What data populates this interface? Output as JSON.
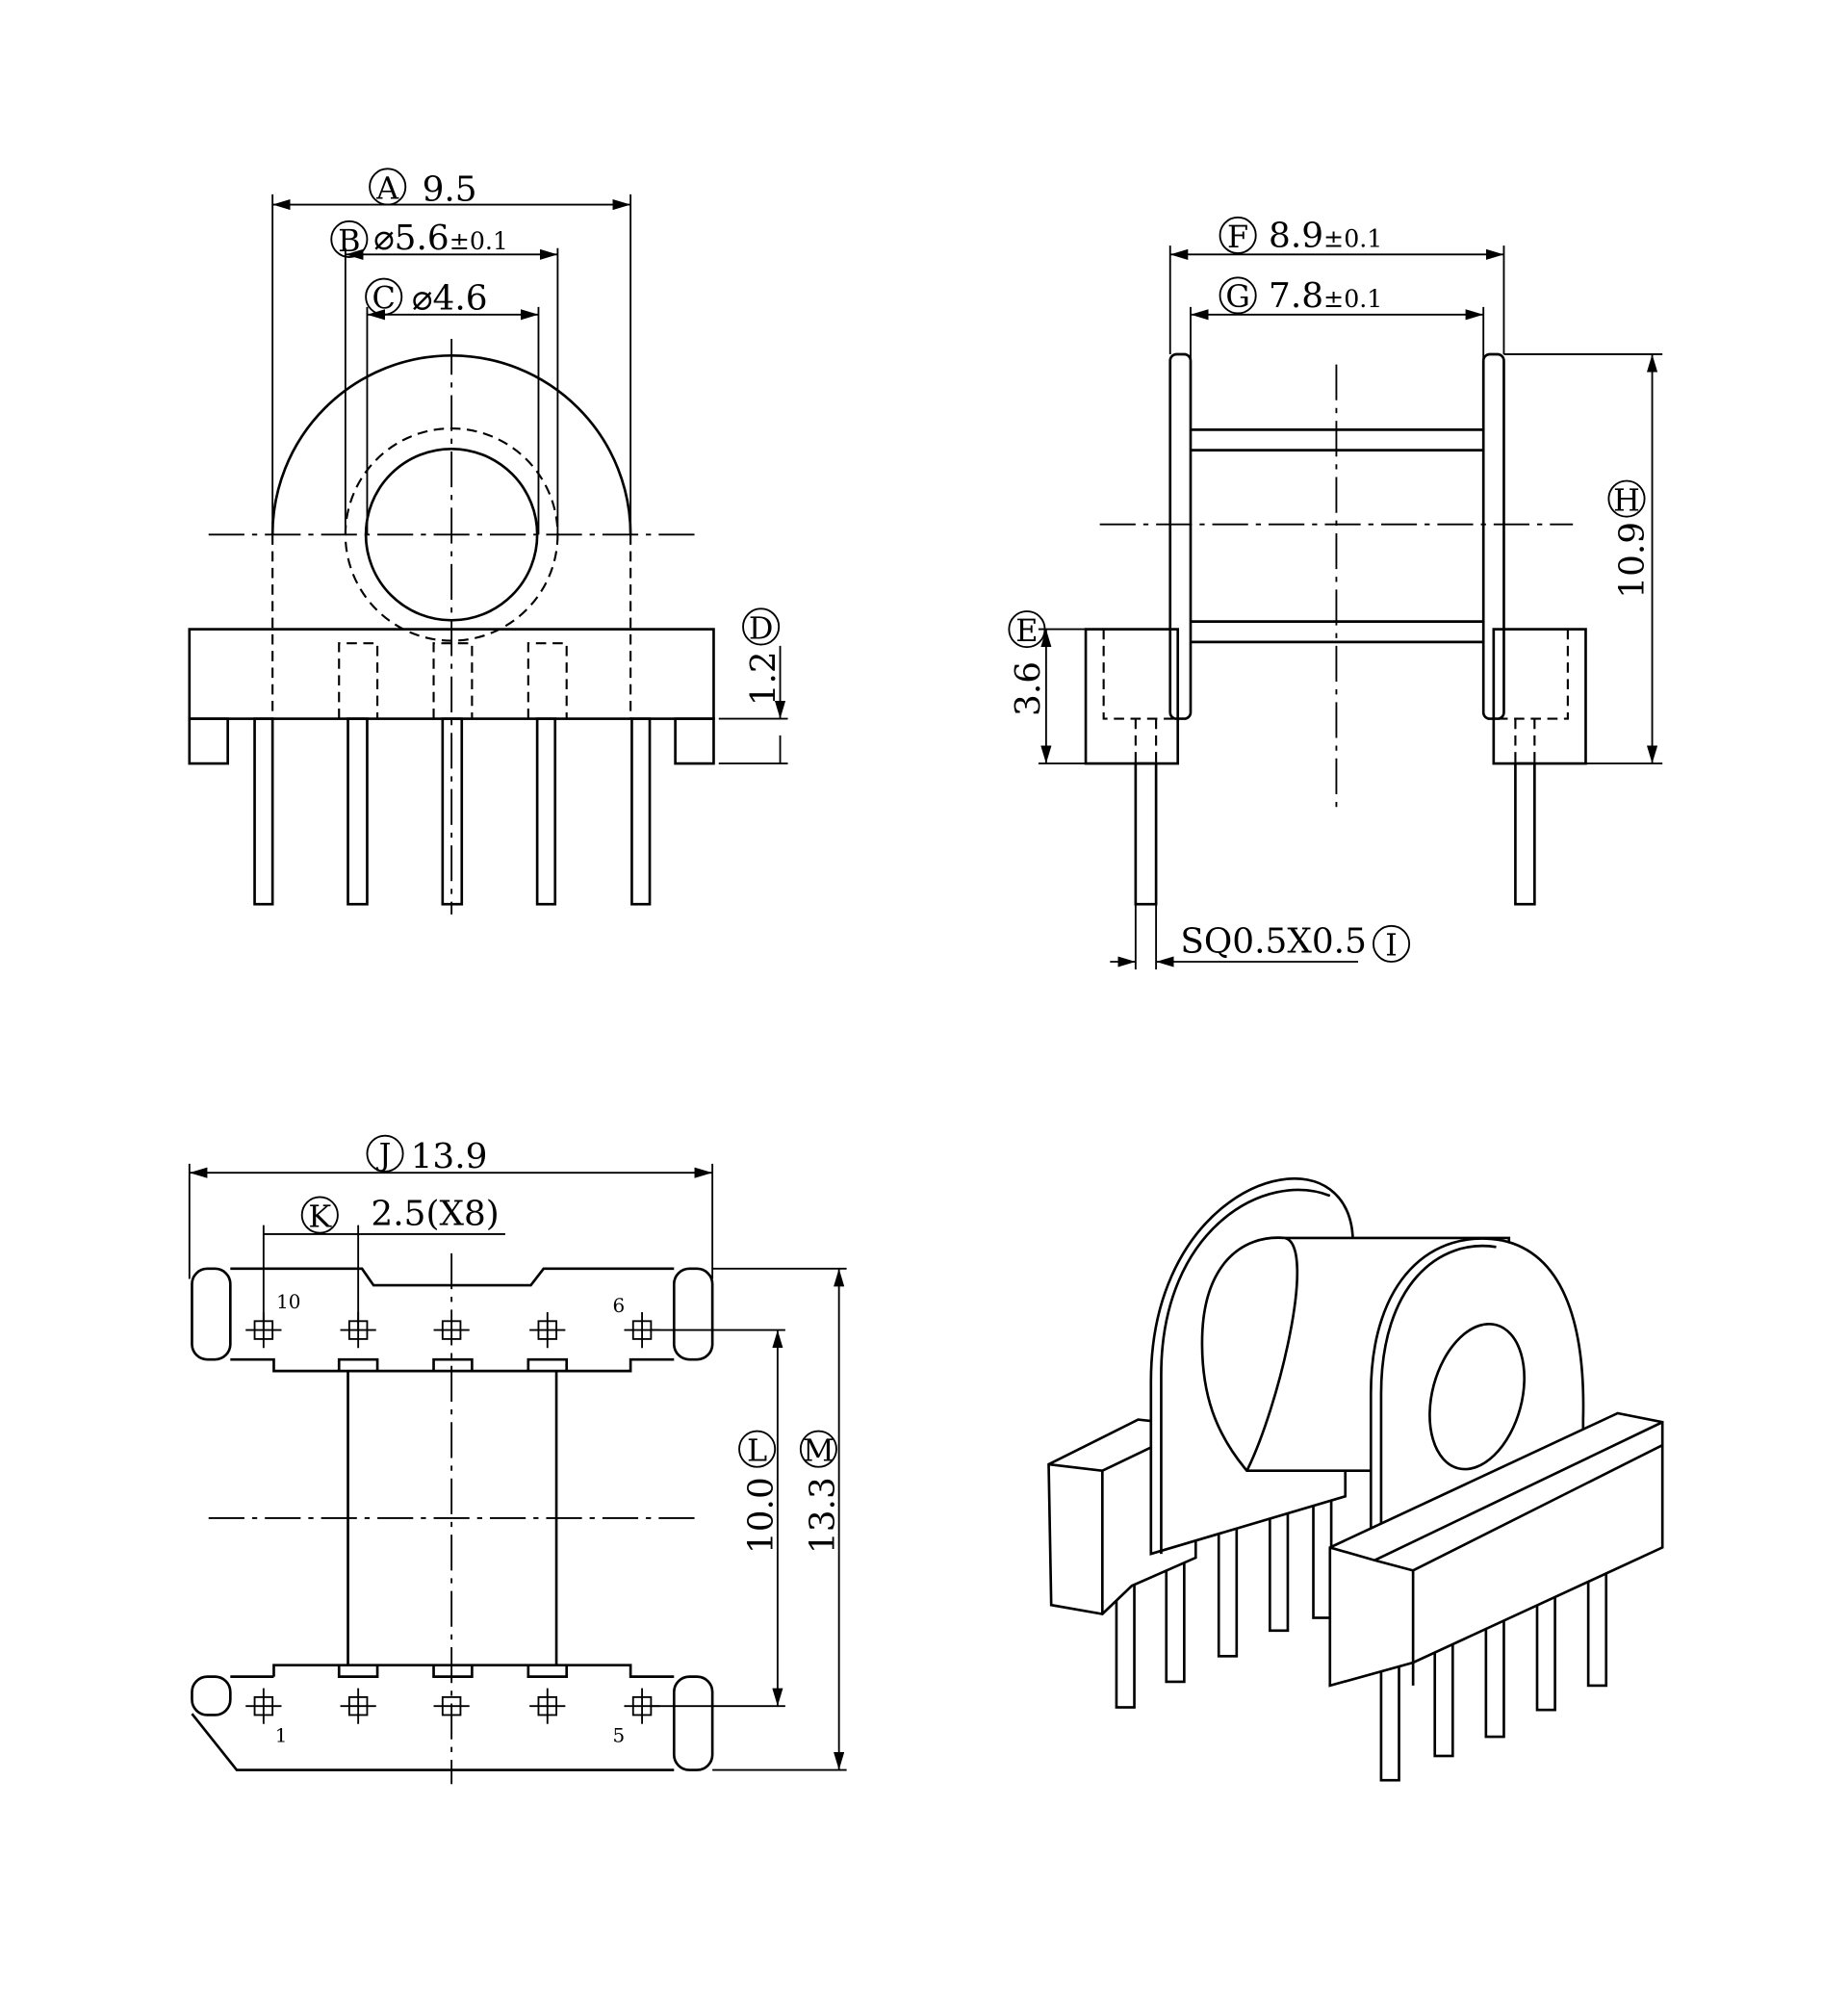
{
  "front_view": {
    "A": {
      "label": "A",
      "value": "9.5"
    },
    "B": {
      "label": "B",
      "value": "⌀5.6",
      "tol": "±0.1"
    },
    "C": {
      "label": "C",
      "value": "⌀4.6"
    },
    "D": {
      "label": "D",
      "value": "1.2"
    }
  },
  "side_view": {
    "F": {
      "label": "F",
      "value": "8.9",
      "tol": "±0.1"
    },
    "G": {
      "label": "G",
      "value": "7.8",
      "tol": "±0.1"
    },
    "H": {
      "label": "H",
      "value": "10.9"
    },
    "E": {
      "label": "E",
      "value": "3.6"
    },
    "I": {
      "label": "I",
      "value": "SQ0.5X0.5"
    }
  },
  "bottom_view": {
    "J": {
      "label": "J",
      "value": "13.9"
    },
    "K": {
      "label": "K",
      "value": "2.5(X8)"
    },
    "L": {
      "label": "L",
      "value": "10.0"
    },
    "M": {
      "label": "M",
      "value": "13.3"
    },
    "pins": {
      "p10": "10",
      "p6": "6",
      "p1": "1",
      "p5": "5"
    }
  }
}
